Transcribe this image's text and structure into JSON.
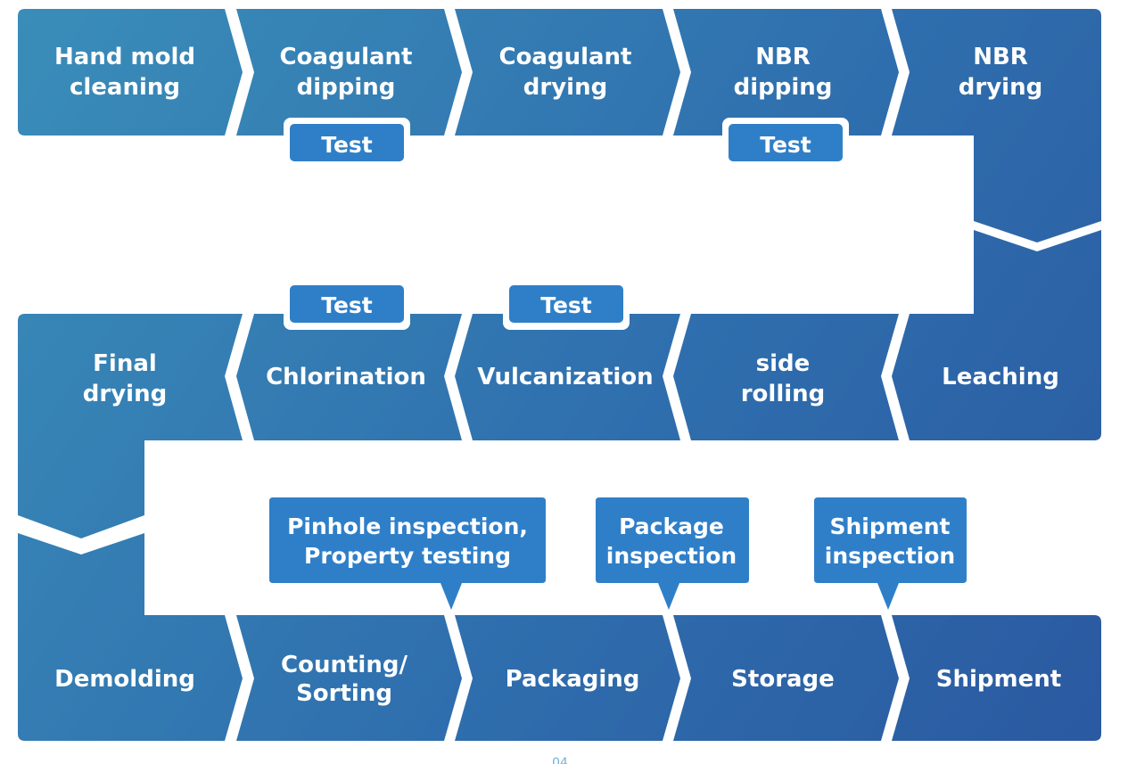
{
  "colors": {
    "accent": "#2e78c4",
    "background": "#ffffff"
  },
  "row1": {
    "hand_mold_cleaning": [
      "Hand mold",
      "cleaning"
    ],
    "coagulant_dipping": [
      "Coagulant",
      "dipping"
    ],
    "coagulant_drying": [
      "Coagulant",
      "drying"
    ],
    "nbr_dipping": [
      "NBR",
      "dipping"
    ],
    "nbr_drying": [
      "NBR",
      "drying"
    ]
  },
  "row2": {
    "final_drying": [
      "Final",
      "drying"
    ],
    "chlorination": "Chlorination",
    "vulcanization": "Vulcanization",
    "side_rolling": [
      "side",
      "rolling"
    ],
    "leaching": "Leaching"
  },
  "row3": {
    "demolding": "Demolding",
    "counting_sorting": [
      "Counting/",
      "Sorting"
    ],
    "packaging": "Packaging",
    "storage": "Storage",
    "shipment": "Shipment"
  },
  "tests": {
    "coagulant_dipping_test": "Test",
    "nbr_dipping_test": "Test",
    "chlorination_test": "Test",
    "vulcanization_test": "Test"
  },
  "callouts": {
    "pinhole": [
      "Pinhole inspection,",
      "Property testing"
    ],
    "package": [
      "Package",
      "inspection"
    ],
    "shipment": [
      "Shipment",
      "inspection"
    ]
  },
  "page_number": "04"
}
